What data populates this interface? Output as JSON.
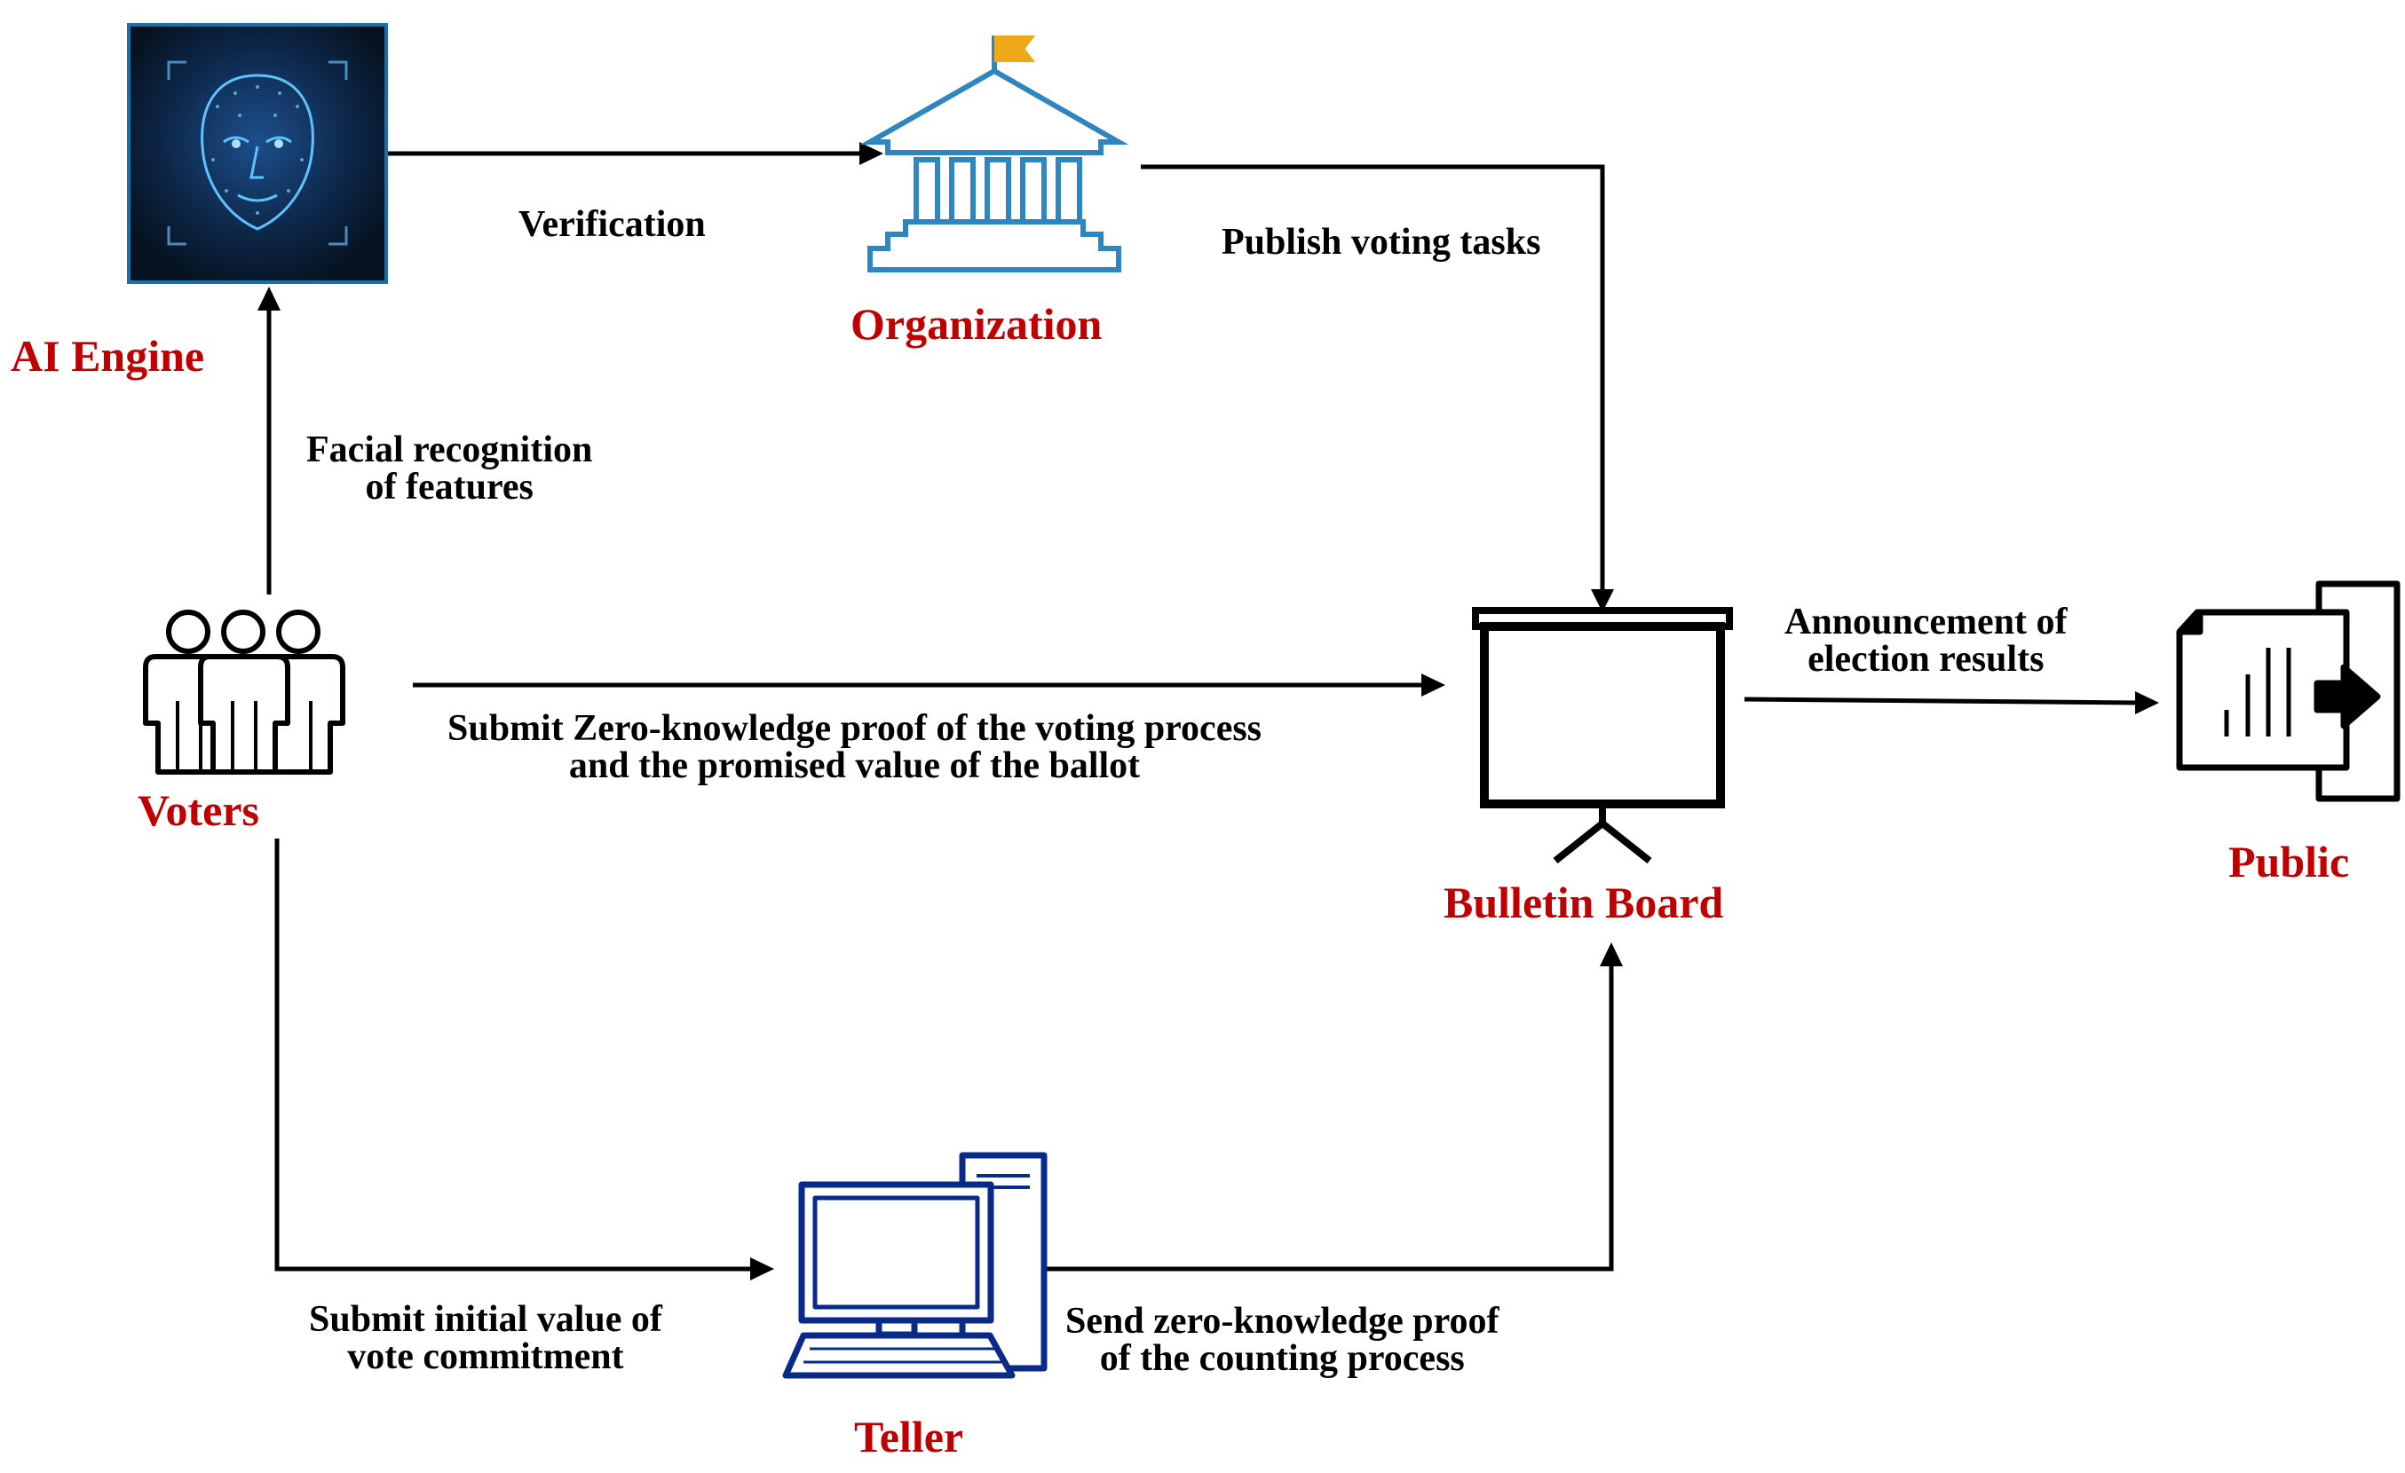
{
  "nodes": {
    "ai_engine": "AI  Engine",
    "organization": "Organization",
    "voters": "Voters",
    "bulletin_board": "Bulletin Board",
    "public": "Public",
    "teller": "Teller"
  },
  "edges": {
    "verification": "Verification",
    "publish": "Publish voting tasks",
    "facial_1": "Facial recognition",
    "facial_2": "of features",
    "submit_zk_1": "Submit Zero-knowledge proof of the voting process",
    "submit_zk_2": "and the promised value of the ballot",
    "announce_1": "Announcement of",
    "announce_2": "election results",
    "submit_initial_1": "Submit initial value of",
    "submit_initial_2": "vote commitment",
    "send_zk_1": "Send  zero-knowledge proof",
    "send_zk_2": "of the counting process"
  },
  "colors": {
    "node_label": "#c00000",
    "edge": "#000000",
    "organization_icon": "#2e86c1",
    "flag": "#f0a818",
    "ai_bg": "#0b1e3a",
    "teller_icon": "#0a2a8a"
  }
}
